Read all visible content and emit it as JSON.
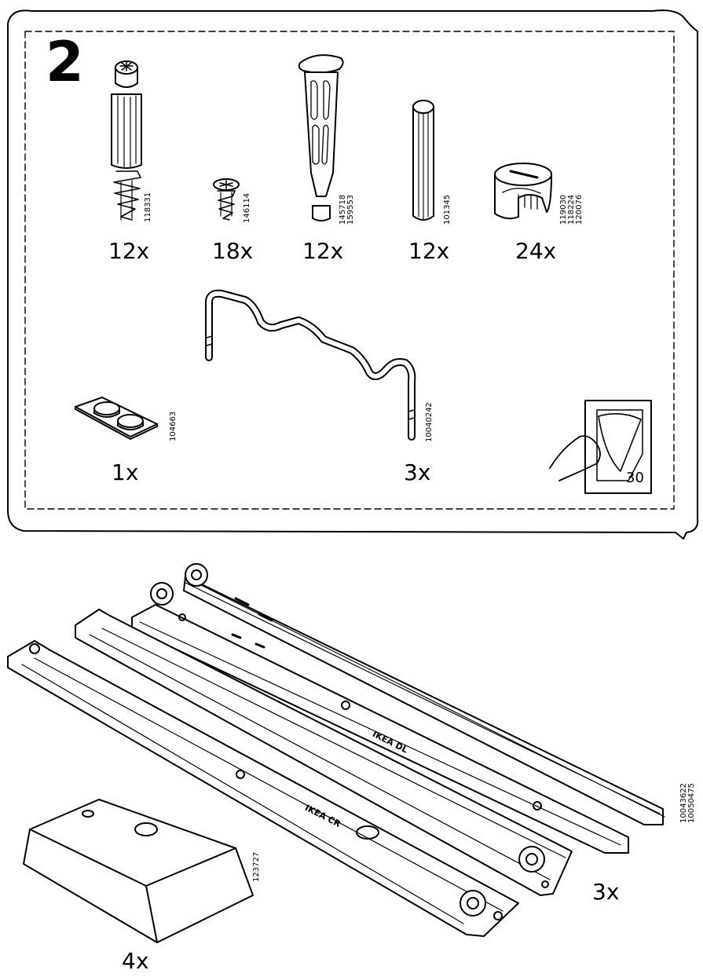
{
  "step": {
    "number": "2"
  },
  "parts": [
    {
      "name": "cam-dowel",
      "codes": [
        "118331"
      ],
      "quantity": "12x"
    },
    {
      "name": "short-screw",
      "codes": [
        "146114"
      ],
      "quantity": "18x"
    },
    {
      "name": "long-pin",
      "codes": [
        "145718",
        "159553"
      ],
      "quantity": "12x"
    },
    {
      "name": "wooden-dowel",
      "codes": [
        "101345"
      ],
      "quantity": "12x"
    },
    {
      "name": "cam-lock",
      "codes": [
        "119030",
        "118224",
        "120076"
      ],
      "quantity": "24x"
    },
    {
      "name": "bumper-pads",
      "codes": [
        "104663"
      ],
      "quantity": "1x"
    },
    {
      "name": "wire-handle",
      "codes": [
        "10040242"
      ],
      "quantity": "3x"
    },
    {
      "name": "drawer-runner",
      "codes": [
        "10043622",
        "10050475"
      ],
      "quantity": "3x",
      "rail_text": [
        "IKEA DL",
        "IKEA CR"
      ]
    },
    {
      "name": "foot-block",
      "codes": [
        "123727"
      ],
      "quantity": "4x"
    }
  ],
  "reference": {
    "page": "30",
    "icon": "peel-sticker-icon"
  }
}
